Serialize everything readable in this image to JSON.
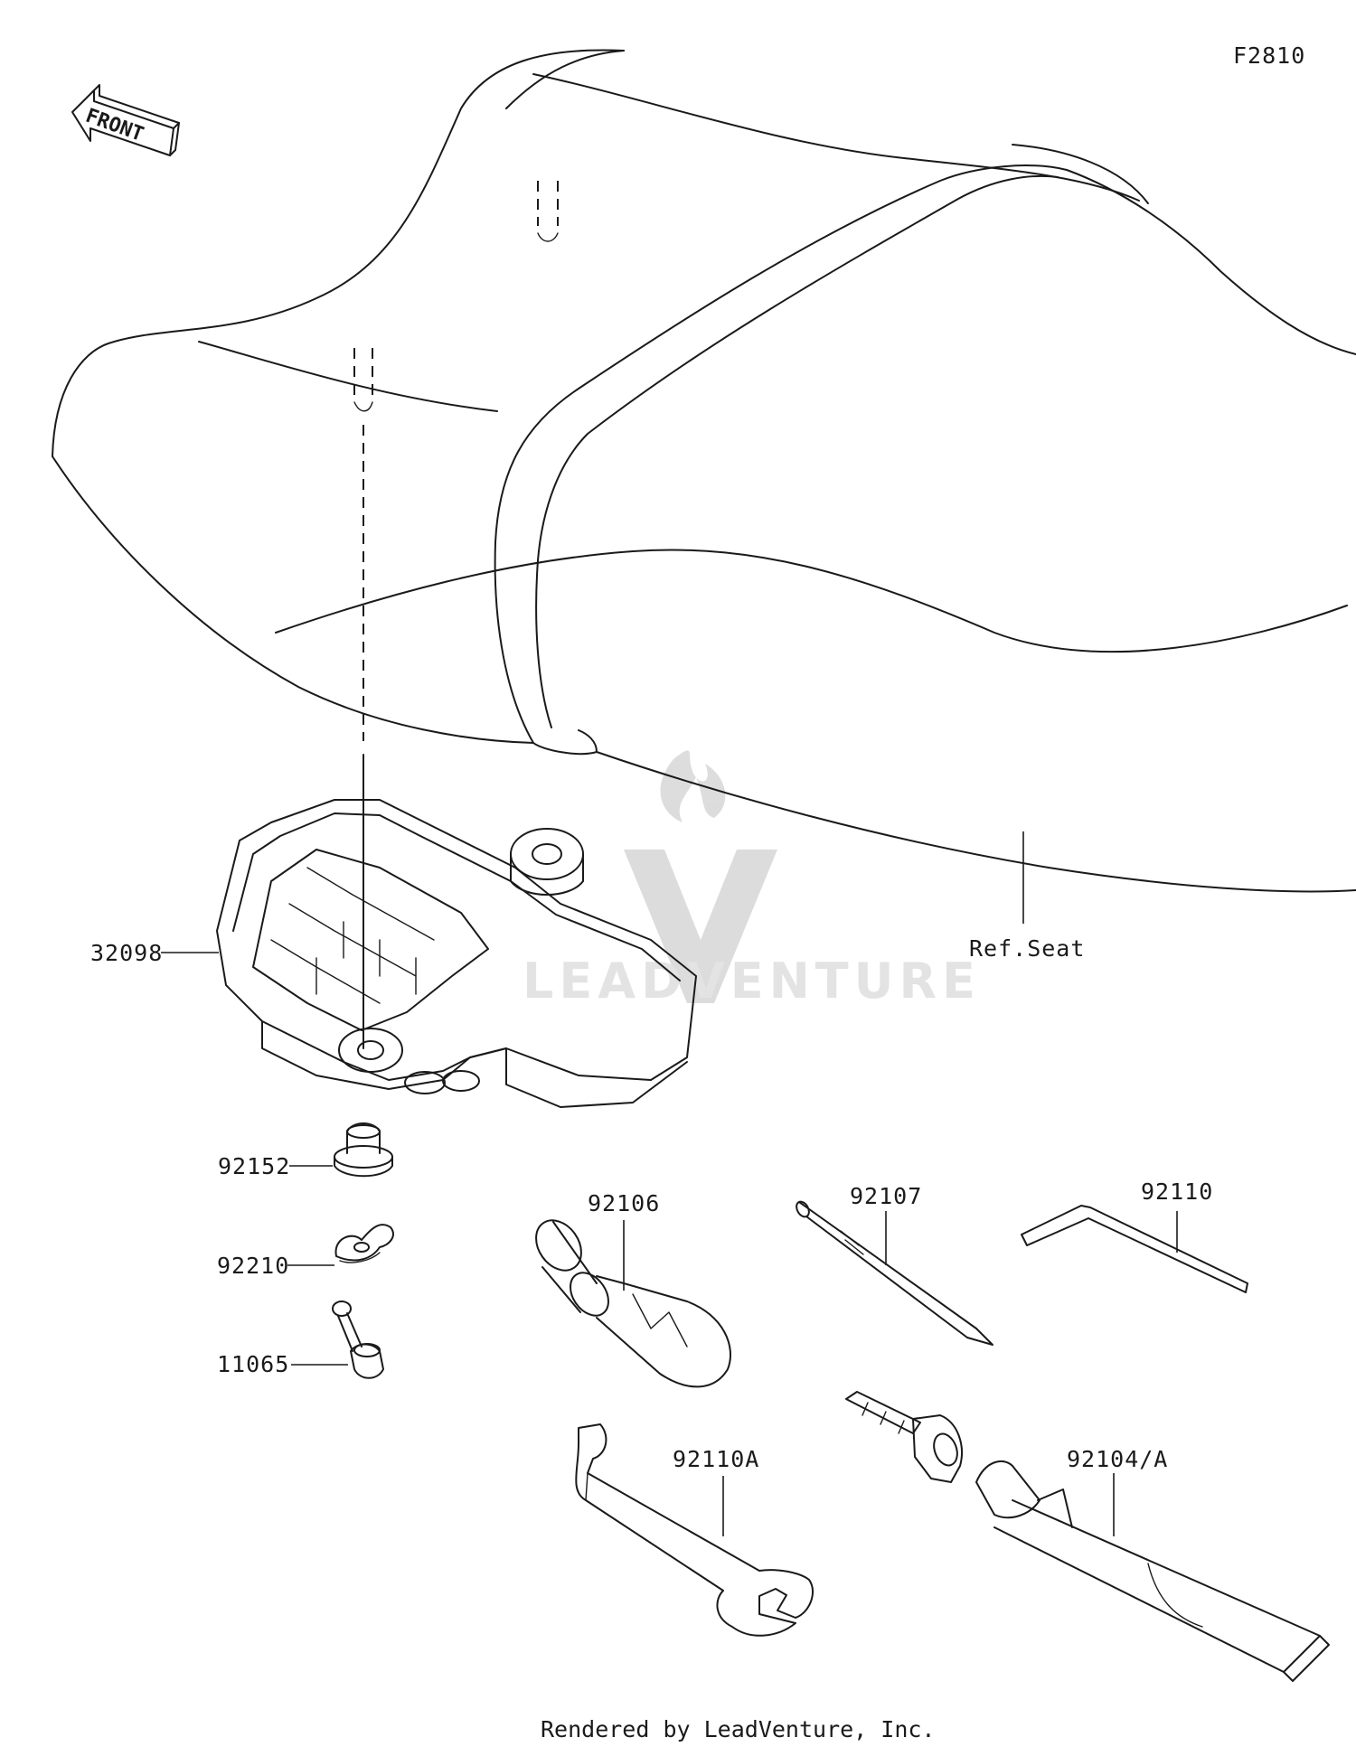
{
  "diagram": {
    "figure_code": "F2810",
    "front_label": "FRONT",
    "ref_label": "Ref.Seat",
    "watermark_text": "LEADVENTURE",
    "footer": "Rendered by LeadVenture, Inc.",
    "parts": [
      {
        "number": "32098",
        "name": "tool-case"
      },
      {
        "number": "92152",
        "name": "collar"
      },
      {
        "number": "92210",
        "name": "wing-nut"
      },
      {
        "number": "11065",
        "name": "hook-bolt"
      },
      {
        "number": "92106",
        "name": "screwdriver-handle"
      },
      {
        "number": "92107",
        "name": "screwdriver-bit"
      },
      {
        "number": "92110",
        "name": "hex-key"
      },
      {
        "number": "92110A",
        "name": "open-end-wrench"
      },
      {
        "number": "92104/A",
        "name": "repair-kit-tube"
      }
    ],
    "colors": {
      "line": "#1a1a1a",
      "watermark": "#d9d9d9",
      "background": "#ffffff"
    }
  }
}
